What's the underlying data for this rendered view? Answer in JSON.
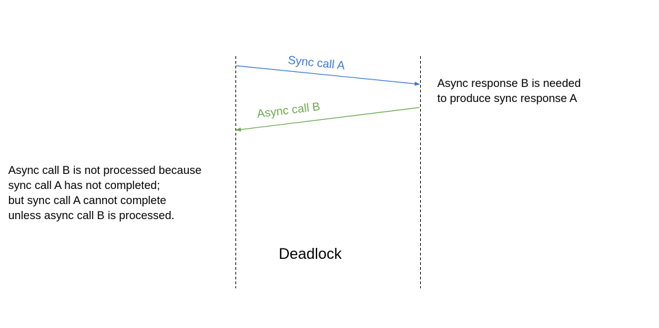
{
  "colors": {
    "sync": "#3c78d8",
    "async": "#6aa84f",
    "line": "#000000",
    "text": "#000000"
  },
  "messages": {
    "sync_call": "Sync call A",
    "async_call": "Async call B"
  },
  "notes": {
    "right": [
      "Async response B is needed",
      "to produce sync response A"
    ],
    "left": [
      "Async call B is not processed because",
      "sync call A has not completed;",
      "but sync call A cannot complete",
      "unless async call B is processed."
    ]
  },
  "caption": "Deadlock"
}
